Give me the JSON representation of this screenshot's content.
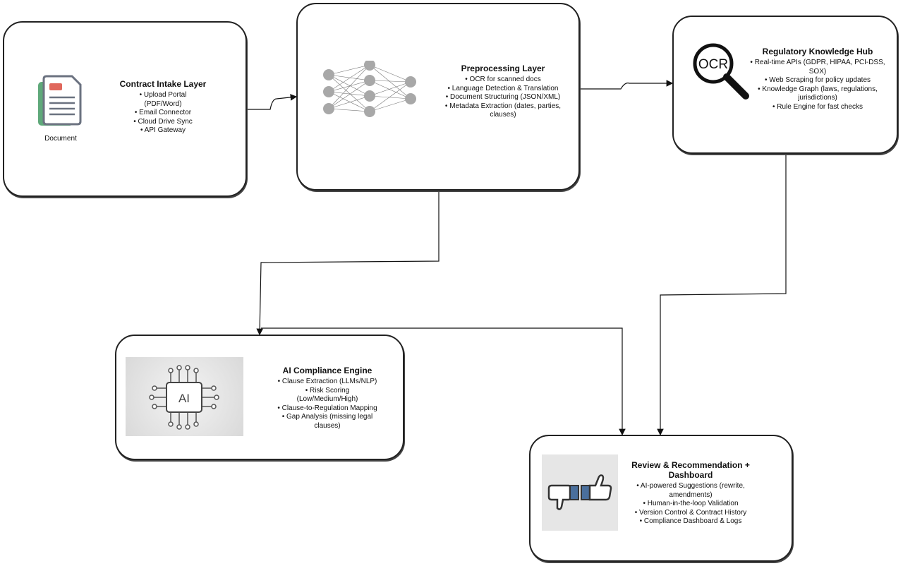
{
  "nodes": {
    "intake": {
      "title": "Contract Intake Layer",
      "icon_label": "Document",
      "icon": "document-icon",
      "bullets": [
        "• Upload Portal",
        "(PDF/Word)",
        "• Email Connector",
        "• Cloud Drive Sync",
        "• API Gateway"
      ]
    },
    "preprocessing": {
      "title": "Preprocessing Layer",
      "icon": "neural-network-icon",
      "bullets": [
        "• OCR for scanned docs",
        "• Language Detection & Translation",
        "• Document Structuring (JSON/XML)",
        "• Metadata Extraction (dates, parties,",
        "clauses)"
      ]
    },
    "regulatory": {
      "title": "Regulatory Knowledge Hub",
      "icon": "ocr-magnifier-icon",
      "icon_text": "OCR",
      "bullets": [
        "• Real-time APIs (GDPR, HIPAA, PCI-DSS,",
        "SOX)",
        "• Web Scraping for policy updates",
        "• Knowledge Graph (laws, regulations,",
        "jurisdictions)",
        "• Rule Engine for fast checks"
      ]
    },
    "ai_engine": {
      "title": "AI Compliance Engine",
      "icon": "ai-chip-icon",
      "icon_text": "AI",
      "bullets": [
        "• Clause Extraction (LLMs/NLP)",
        "• Risk Scoring",
        "(Low/Medium/High)",
        "• Clause-to-Regulation Mapping",
        "• Gap Analysis (missing legal",
        "clauses)"
      ]
    },
    "review": {
      "title_line1": "Review & Recommendation +",
      "title_line2": "Dashboard",
      "icon": "thumbs-down-up-icon",
      "bullets": [
        "• AI-powered Suggestions (rewrite,",
        "amendments)",
        "• Human-in-the-loop Validation",
        "• Version Control & Contract History",
        "• Compliance Dashboard & Logs"
      ]
    }
  },
  "colors": {
    "stroke": "#222222",
    "doc_green": "#5fa97a",
    "doc_red": "#e0675c",
    "doc_gray": "#6b7280",
    "thumb_blue": "#4a6f9c",
    "node_gray": "#a8a8a8"
  }
}
